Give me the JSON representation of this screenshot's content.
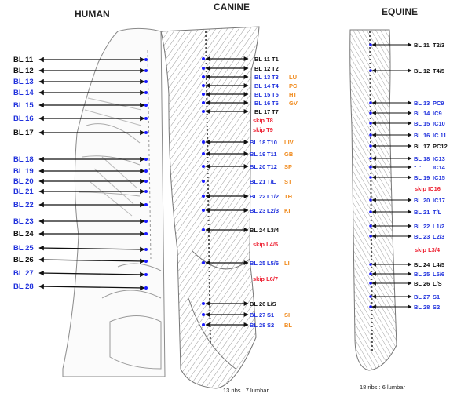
{
  "titles": {
    "human": "HUMAN",
    "canine": "CANINE",
    "equine": "EQUINE"
  },
  "colors": {
    "blue": "#2233dd",
    "black": "#111111",
    "red": "#ee2233",
    "orange": "#f08a1c",
    "line": "#777777",
    "dot": "#1a1aff"
  },
  "human": [
    {
      "text": "BL 11",
      "color": "black"
    },
    {
      "text": "BL 12",
      "color": "black"
    },
    {
      "text": "BL 13",
      "color": "blue"
    },
    {
      "text": "BL 14",
      "color": "blue"
    },
    {
      "text": "BL 15",
      "color": "blue"
    },
    {
      "text": "BL 16",
      "color": "blue"
    },
    {
      "text": "BL 17",
      "color": "black"
    },
    {
      "text": "BL 18",
      "color": "blue"
    },
    {
      "text": "BL 19",
      "color": "blue"
    },
    {
      "text": "BL 20",
      "color": "blue"
    },
    {
      "text": "BL 21",
      "color": "blue"
    },
    {
      "text": "BL 22",
      "color": "blue"
    },
    {
      "text": "BL 23",
      "color": "blue"
    },
    {
      "text": "BL 24",
      "color": "black"
    },
    {
      "text": "BL 25",
      "color": "blue"
    },
    {
      "text": "BL 26",
      "color": "black"
    },
    {
      "text": "BL 27",
      "color": "blue"
    },
    {
      "text": "BL 28",
      "color": "blue"
    }
  ],
  "canine": [
    {
      "bl": "BL 11",
      "seg": "T1",
      "blColor": "black",
      "organ": "",
      "arrow": true
    },
    {
      "bl": "BL 12",
      "seg": "T2",
      "blColor": "black",
      "organ": "",
      "arrow": true
    },
    {
      "bl": "BL 13",
      "seg": "T3",
      "blColor": "blue",
      "organ": "LU",
      "arrow": true
    },
    {
      "bl": "BL 14",
      "seg": "T4",
      "blColor": "blue",
      "organ": "PC",
      "arrow": true
    },
    {
      "bl": "BL 15",
      "seg": "T5",
      "blColor": "blue",
      "organ": "HT",
      "arrow": true
    },
    {
      "bl": "BL 16",
      "seg": "T6",
      "blColor": "blue",
      "organ": "GV",
      "arrow": true
    },
    {
      "bl": "BL 17",
      "seg": "T7",
      "blColor": "black",
      "organ": "",
      "arrow": true
    },
    {
      "skip": "skip  T8"
    },
    {
      "skip": "skip  T9"
    },
    {
      "bl": "BL 18",
      "seg": "T10",
      "blColor": "blue",
      "organ": "LIV",
      "arrow": true
    },
    {
      "bl": "BL 19",
      "seg": "T11",
      "blColor": "blue",
      "organ": "GB",
      "arrow": true
    },
    {
      "bl": "BL 20",
      "seg": "T12",
      "blColor": "blue",
      "organ": "SP",
      "arrow": true
    },
    {
      "bl": "BL 21",
      "seg": "T/L",
      "blColor": "blue",
      "organ": "ST",
      "arrow": false
    },
    {
      "bl": "BL 22",
      "seg": "L1/2",
      "blColor": "blue",
      "organ": "TH",
      "arrow": true
    },
    {
      "bl": "BL 23",
      "seg": "L2/3",
      "blColor": "blue",
      "organ": "KI",
      "arrow": true
    },
    {
      "bl": "BL 24",
      "seg": "L3/4",
      "blColor": "black",
      "organ": "",
      "arrow": true
    },
    {
      "skip": "skip  L4/5"
    },
    {
      "bl": "BL 25",
      "seg": "L5/6",
      "blColor": "blue",
      "organ": "LI",
      "arrow": true
    },
    {
      "skip": "skip  L6/7"
    },
    {
      "bl": "BL 26",
      "seg": "L/S",
      "blColor": "black",
      "organ": "",
      "arrow": true
    },
    {
      "bl": "BL 27",
      "seg": "S1",
      "blColor": "blue",
      "organ": "SI",
      "arrow": true
    },
    {
      "bl": "BL 28",
      "seg": "S2",
      "blColor": "blue",
      "organ": "BL",
      "arrow": true
    }
  ],
  "canine_footnote": "13 ribs : 7 lumbar",
  "equine": [
    {
      "bl": "BL 11",
      "seg": "T2/3",
      "blColor": "black"
    },
    {
      "bl": "BL 12",
      "seg": "T4/5",
      "blColor": "black"
    },
    {
      "bl": "BL 13",
      "seg": "PC9",
      "blColor": "blue"
    },
    {
      "bl": "BL 14",
      "seg": "IC9",
      "blColor": "blue"
    },
    {
      "bl": "BL 15",
      "seg": "IC10",
      "blColor": "blue"
    },
    {
      "bl": "BL 16",
      "seg": "IC 11",
      "blColor": "blue"
    },
    {
      "bl": "BL 17",
      "seg": "PC12",
      "blColor": "black"
    },
    {
      "bl": "BL 18",
      "seg": "IC13",
      "blColor": "blue"
    },
    {
      "bl": "\" \"",
      "seg": "IC14",
      "blColor": "blue"
    },
    {
      "bl": "BL 19",
      "seg": "IC15",
      "blColor": "blue"
    },
    {
      "skip": "skip  IC16"
    },
    {
      "bl": "BL 20",
      "seg": "IC17",
      "blColor": "blue"
    },
    {
      "bl": "BL 21",
      "seg": "T/L",
      "blColor": "blue"
    },
    {
      "bl": "BL 22",
      "seg": "L1/2",
      "blColor": "blue"
    },
    {
      "bl": "BL 23",
      "seg": "L2/3",
      "blColor": "blue"
    },
    {
      "skip": "skip  L3/4"
    },
    {
      "bl": "BL 24",
      "seg": "L4/5",
      "blColor": "black"
    },
    {
      "bl": "BL 25",
      "seg": "L5/6",
      "blColor": "blue"
    },
    {
      "bl": "BL 26",
      "seg": "L/S",
      "blColor": "black"
    },
    {
      "bl": "BL 27",
      "seg": "S1",
      "blColor": "blue"
    },
    {
      "bl": "BL 28",
      "seg": "S2",
      "blColor": "blue"
    }
  ],
  "equine_footnote": "18 ribs : 6 lumbar"
}
